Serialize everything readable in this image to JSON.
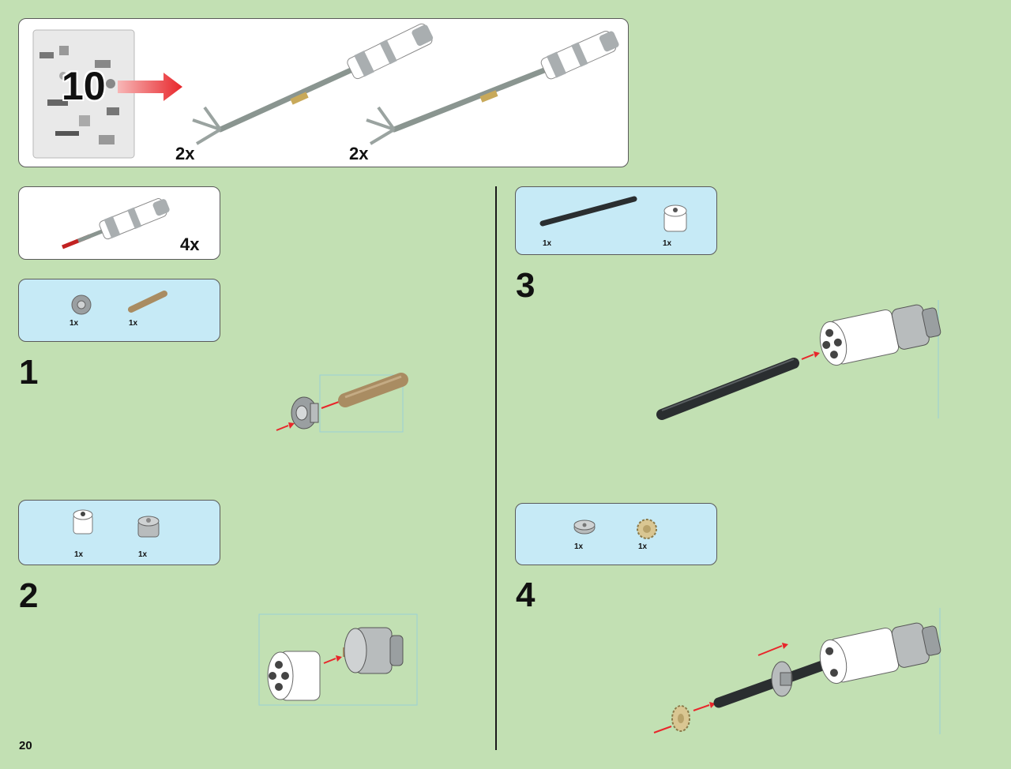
{
  "header": {
    "bag_number": "10",
    "result_left_multiplier": "2x",
    "result_right_multiplier": "2x"
  },
  "subassembly": {
    "multiplier": "4x"
  },
  "steps": [
    {
      "number": "1",
      "parts": [
        {
          "qty": "1x",
          "icon": "gray-bush-icon"
        },
        {
          "qty": "1x",
          "icon": "tan-axle-icon"
        }
      ]
    },
    {
      "number": "2",
      "parts": [
        {
          "qty": "1x",
          "icon": "white-round-brick-icon"
        },
        {
          "qty": "1x",
          "icon": "gray-round-brick-icon"
        }
      ]
    },
    {
      "number": "3",
      "parts": [
        {
          "qty": "1x",
          "icon": "black-axle-icon"
        },
        {
          "qty": "1x",
          "icon": "white-round-brick-icon"
        }
      ]
    },
    {
      "number": "4",
      "parts": [
        {
          "qty": "1x",
          "icon": "gray-round-plate-icon"
        },
        {
          "qty": "1x",
          "icon": "tan-gear-icon"
        }
      ]
    }
  ],
  "page_number": "20",
  "colors": {
    "background": "#c2e0b3",
    "parts_panel": "#c6eaf6",
    "arrow": "#e8262b"
  }
}
